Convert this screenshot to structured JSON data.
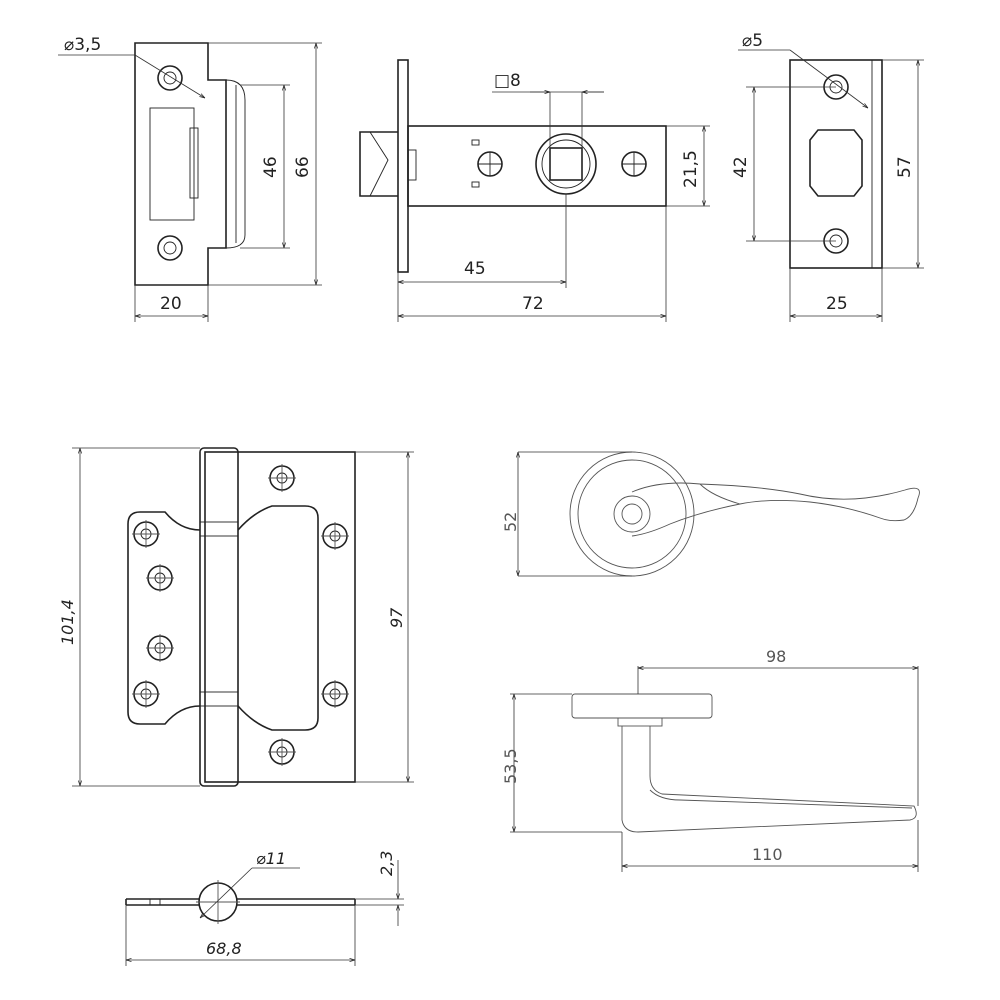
{
  "strike_plate": {
    "hole": "⌀3,5",
    "width": "20",
    "inner_height": "46",
    "height": "66"
  },
  "latch": {
    "square": "□8",
    "height": "21,5",
    "backset": "45",
    "length": "72"
  },
  "keeper": {
    "hole": "⌀5",
    "hole_spacing": "42",
    "height": "57",
    "width": "25"
  },
  "hinge": {
    "height": "101,4",
    "leaf_height": "97"
  },
  "handle_front": {
    "rose": "52"
  },
  "handle_side": {
    "lever": "98",
    "projection": "53,5",
    "length": "110"
  },
  "hinge_section": {
    "pin": "⌀11",
    "thickness": "2,3",
    "open_width": "68,8"
  }
}
